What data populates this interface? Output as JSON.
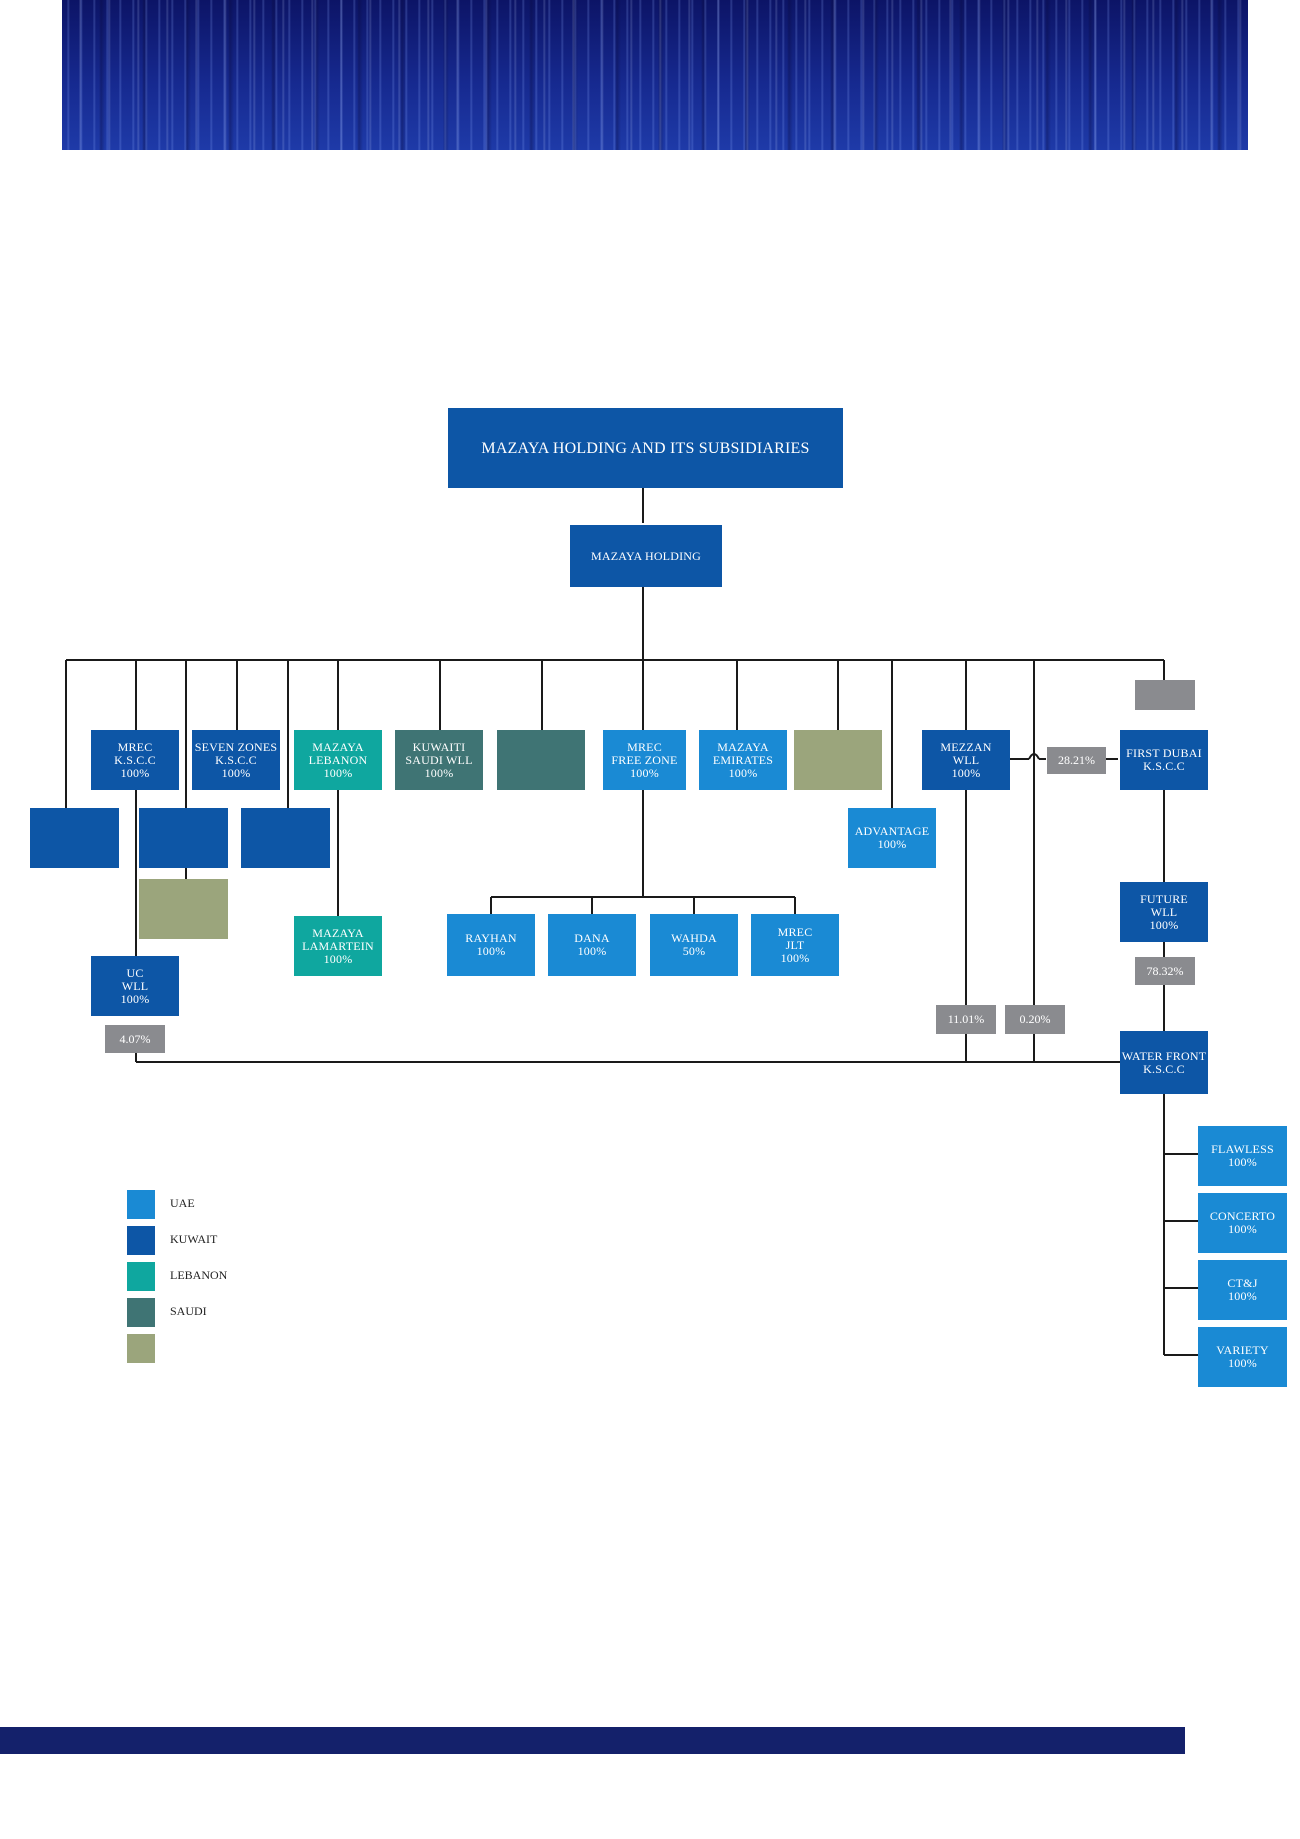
{
  "title": "MAZAYA HOLDING AND ITS SUBSIDIARIES",
  "root": "MAZAYA HOLDING",
  "colors": {
    "uae": "#1a8ad4",
    "kuwait": "#0d56a6",
    "lebanon": "#0fa79f",
    "saudi": "#3f7474",
    "other": "#9ba57c",
    "percent": "#8a8b8f"
  },
  "nodes": {
    "mrec_kscc": {
      "l1": "MREC",
      "l2": "K.S.C.C",
      "l3": "100%"
    },
    "seven_zones": {
      "l1": "SEVEN ZONES",
      "l2": "K.S.C.C",
      "l3": "100%"
    },
    "mazaya_lebanon": {
      "l1": "MAZAYA",
      "l2": "LEBANON",
      "l3": "100%"
    },
    "kuwaiti_saudi": {
      "l1": "KUWAITI",
      "l2": "SAUDI WLL",
      "l3": "100%"
    },
    "mrec_free_zone": {
      "l1": "MREC",
      "l2": "FREE ZONE",
      "l3": "100%"
    },
    "mazaya_emirates": {
      "l1": "MAZAYA",
      "l2": "EMIRATES",
      "l3": "100%"
    },
    "mezzan": {
      "l1": "MEZZAN",
      "l2": "WLL",
      "l3": "100%"
    },
    "first_dubai": {
      "l1": "FIRST DUBAI",
      "l2": "K.S.C.C"
    },
    "advantage": {
      "l1": "ADVANTAGE",
      "l2": "100%"
    },
    "mazaya_lamartein": {
      "l1": "MAZAYA",
      "l2": "LAMARTEIN",
      "l3": "100%"
    },
    "rayhan": {
      "l1": "RAYHAN",
      "l2": "100%"
    },
    "dana": {
      "l1": "DANA",
      "l2": "100%"
    },
    "wahda": {
      "l1": "WAHDA",
      "l2": "50%"
    },
    "mrec_jlt": {
      "l1": "MREC",
      "l2": "JLT",
      "l3": "100%"
    },
    "future": {
      "l1": "FUTURE",
      "l2": "WLL",
      "l3": "100%"
    },
    "uc": {
      "l1": "UC",
      "l2": "WLL",
      "l3": "100%"
    },
    "water_front": {
      "l1": "WATER FRONT",
      "l2": "K.S.C.C"
    },
    "flawless": {
      "l1": "FLAWLESS",
      "l2": "100%"
    },
    "concerto": {
      "l1": "CONCERTO",
      "l2": "100%"
    },
    "ctj": {
      "l1": "CT&J",
      "l2": "100%"
    },
    "variety": {
      "l1": "VARIETY",
      "l2": "100%"
    }
  },
  "percents": {
    "p2821": "28.21%",
    "p7832": "78.32%",
    "p1101": "11.01%",
    "p020": "0.20%",
    "p407": "4.07%"
  },
  "legend": [
    {
      "label": "UAE",
      "color": "#1a8ad4"
    },
    {
      "label": "KUWAIT",
      "color": "#0d56a6"
    },
    {
      "label": "LEBANON",
      "color": "#0fa79f"
    },
    {
      "label": "SAUDI",
      "color": "#3f7474"
    },
    {
      "label": "",
      "color": "#9ba57c"
    }
  ]
}
